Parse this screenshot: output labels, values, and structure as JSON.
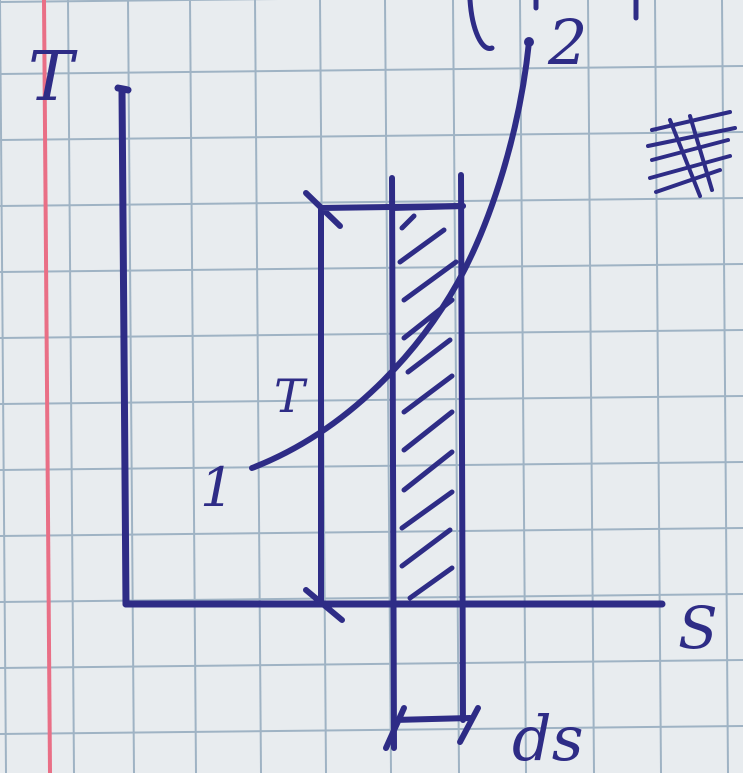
{
  "labels": {
    "y_axis": "T",
    "x_axis": "S",
    "point_start": "1",
    "point_end": "2",
    "temperature_mark": "T",
    "strip_width": "ds"
  },
  "colors": {
    "paper": "#e8ecef",
    "grid": "#9fb3c4",
    "margin_line": "#e96f86",
    "ink": "#2e2c86"
  }
}
